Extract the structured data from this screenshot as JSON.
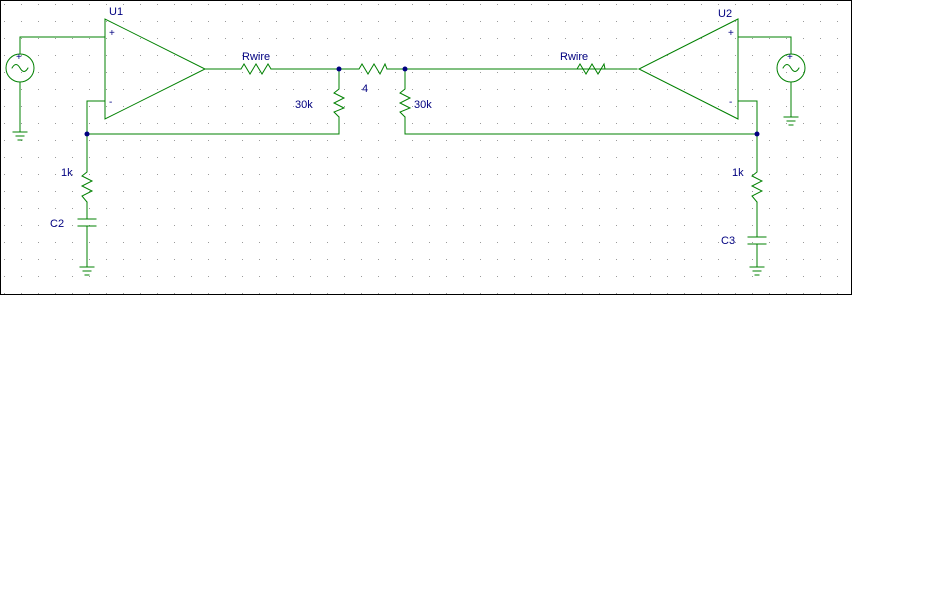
{
  "colors": {
    "wire": "#008000",
    "component": "#008000",
    "label": "#000080",
    "junction": "#000080",
    "grid": "#9a9a9a",
    "border": "#000000",
    "background": "#ffffff"
  },
  "schematic": {
    "opamps": [
      {
        "ref": "U1",
        "plus": "+",
        "minus": "-"
      },
      {
        "ref": "U2",
        "plus": "+",
        "minus": "-"
      }
    ],
    "resistors": [
      {
        "ref": "r-wire-left",
        "label": "Rwire"
      },
      {
        "ref": "r-series",
        "label": "4"
      },
      {
        "ref": "r-shunt-left",
        "label": "30k"
      },
      {
        "ref": "r-shunt-right",
        "label": "30k"
      },
      {
        "ref": "r-gnd-left",
        "label": "1k"
      },
      {
        "ref": "r-wire-right",
        "label": "Rwire"
      },
      {
        "ref": "r-gnd-right",
        "label": "1k"
      }
    ],
    "capacitors": [
      {
        "ref": "C2",
        "label": "C2"
      },
      {
        "ref": "C3",
        "label": "C3"
      }
    ],
    "sources": [
      {
        "ref": "source-left",
        "icon": "ac-source-icon",
        "plus": "+"
      },
      {
        "ref": "source-right",
        "icon": "ac-source-icon",
        "plus": "+"
      }
    ],
    "grounds": [
      "ground-icon",
      "ground-icon",
      "ground-icon",
      "ground-icon"
    ]
  }
}
